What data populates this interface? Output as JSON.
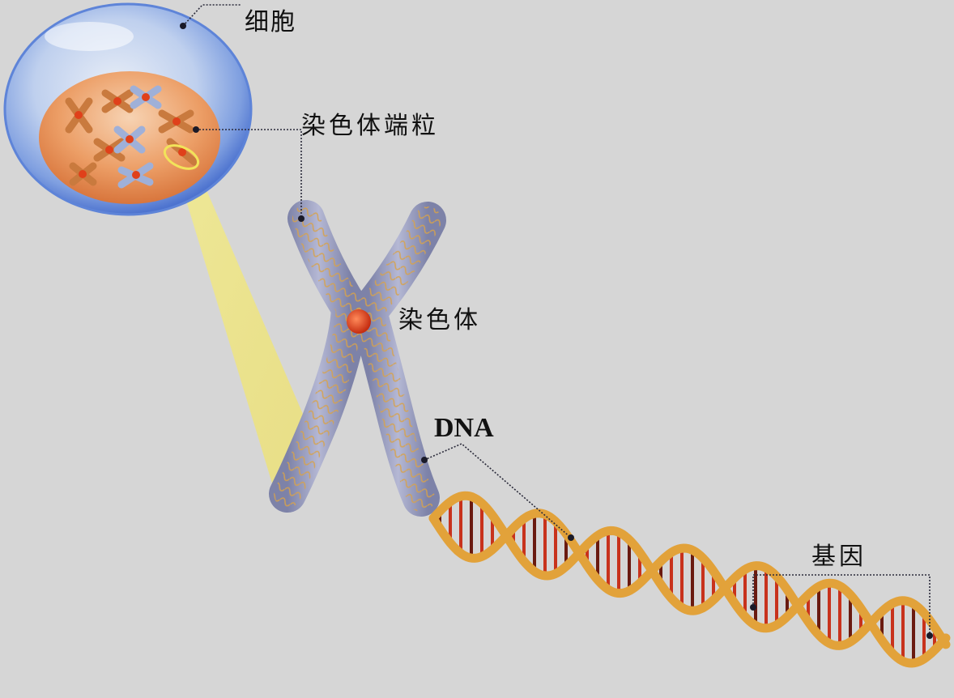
{
  "labels": {
    "cell": "细胞",
    "telomere": "染色体端粒",
    "chromosome": "染色体",
    "dna": "DNA",
    "gene": "基因"
  },
  "colors": {
    "background": "#d6d6d6",
    "cell_membrane": "#5e84d8",
    "nucleus": "#e88a4d",
    "chromosome": "#8a8fb5",
    "centromere": "#e0401a",
    "dna_backbone": "#e2a23a",
    "base_pair_red": "#c8321c",
    "base_pair_dark": "#6a1a10",
    "zoom_highlight": "#f2e35a",
    "leader_line": "#2a2a3a"
  },
  "icons": [
    "cell-illustration",
    "chromosome-illustration",
    "dna-helix-illustration"
  ]
}
